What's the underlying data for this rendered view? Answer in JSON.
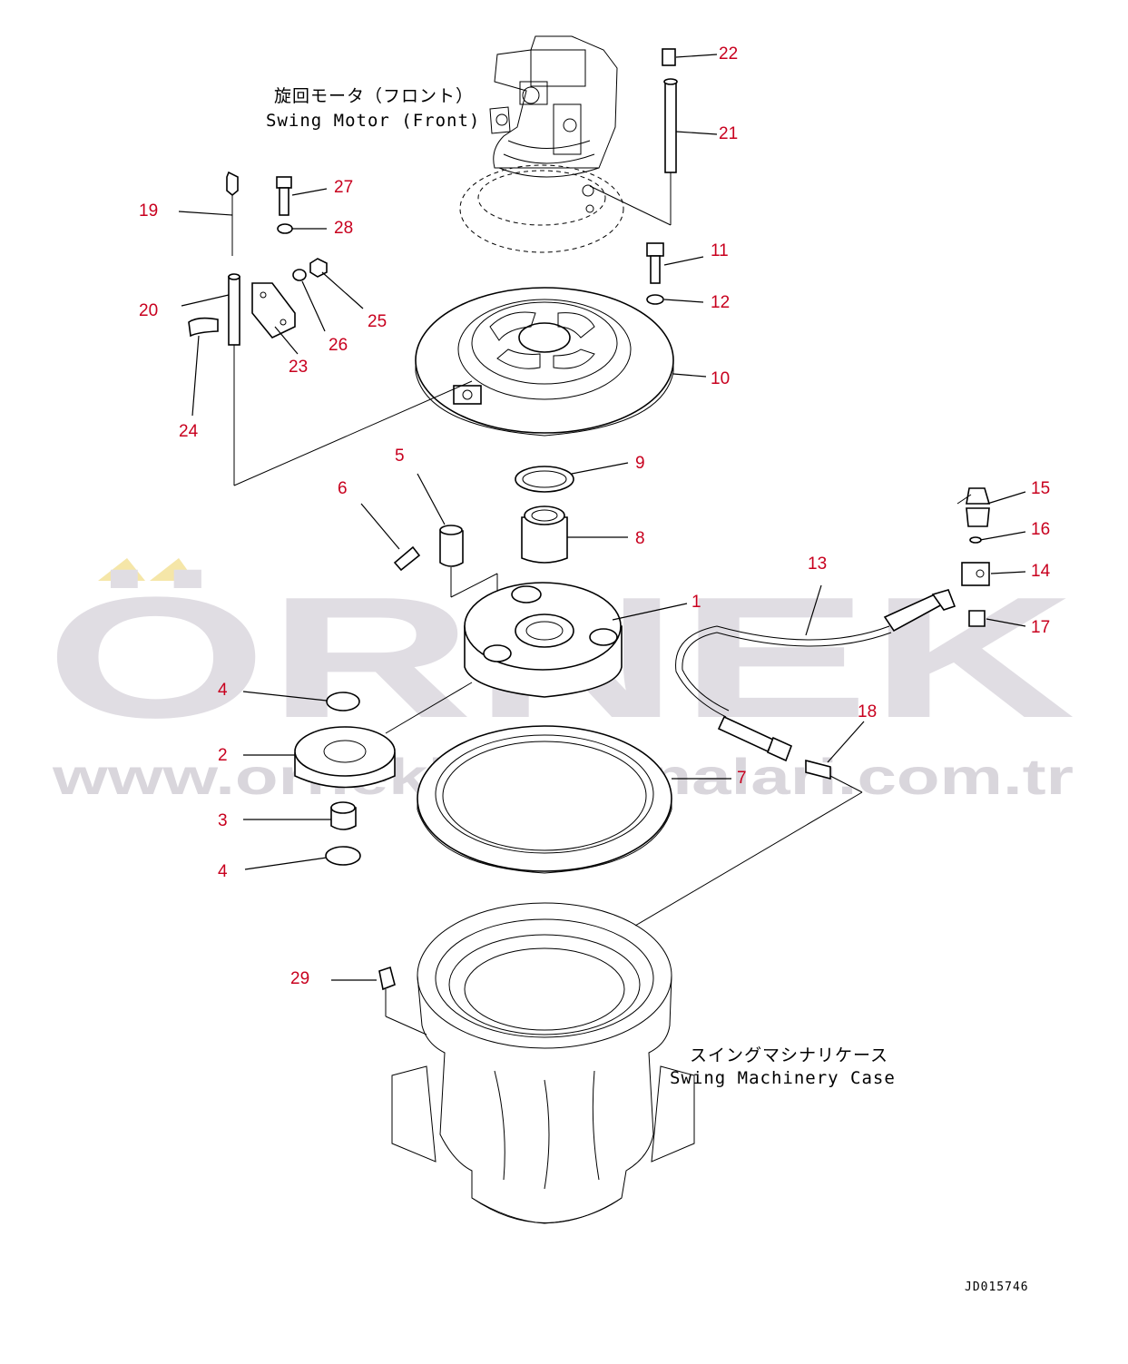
{
  "captions": {
    "motor_jp": "旋回モータ（フロント）",
    "motor_en": "Swing Motor (Front)",
    "case_jp": "スイングマシナリケース",
    "case_en": "Swing Machinery Case"
  },
  "doc_id": "JD015746",
  "watermark": {
    "brand": "ÖRNEK",
    "url": "www.ornekismakinalari.com.tr"
  },
  "colors": {
    "callout": "#c8001e",
    "line": "#000000",
    "watermark": "#e0dde3",
    "accent_triangles": "#f5e6a8"
  },
  "callouts": [
    {
      "id": "c22",
      "label": "22"
    },
    {
      "id": "c21",
      "label": "21"
    },
    {
      "id": "c27",
      "label": "27"
    },
    {
      "id": "c19",
      "label": "19"
    },
    {
      "id": "c28",
      "label": "28"
    },
    {
      "id": "c11",
      "label": "11"
    },
    {
      "id": "c12",
      "label": "12"
    },
    {
      "id": "c20",
      "label": "20"
    },
    {
      "id": "c25",
      "label": "25"
    },
    {
      "id": "c26",
      "label": "26"
    },
    {
      "id": "c23",
      "label": "23"
    },
    {
      "id": "c10",
      "label": "10"
    },
    {
      "id": "c24",
      "label": "24"
    },
    {
      "id": "c5",
      "label": "5"
    },
    {
      "id": "c9",
      "label": "9"
    },
    {
      "id": "c6",
      "label": "6"
    },
    {
      "id": "c15",
      "label": "15"
    },
    {
      "id": "c8",
      "label": "8"
    },
    {
      "id": "c16",
      "label": "16"
    },
    {
      "id": "c13",
      "label": "13"
    },
    {
      "id": "c14",
      "label": "14"
    },
    {
      "id": "c1",
      "label": "1"
    },
    {
      "id": "c17",
      "label": "17"
    },
    {
      "id": "c4a",
      "label": "4"
    },
    {
      "id": "c18",
      "label": "18"
    },
    {
      "id": "c2",
      "label": "2"
    },
    {
      "id": "c7",
      "label": "7"
    },
    {
      "id": "c3",
      "label": "3"
    },
    {
      "id": "c4b",
      "label": "4"
    },
    {
      "id": "c29",
      "label": "29"
    }
  ]
}
